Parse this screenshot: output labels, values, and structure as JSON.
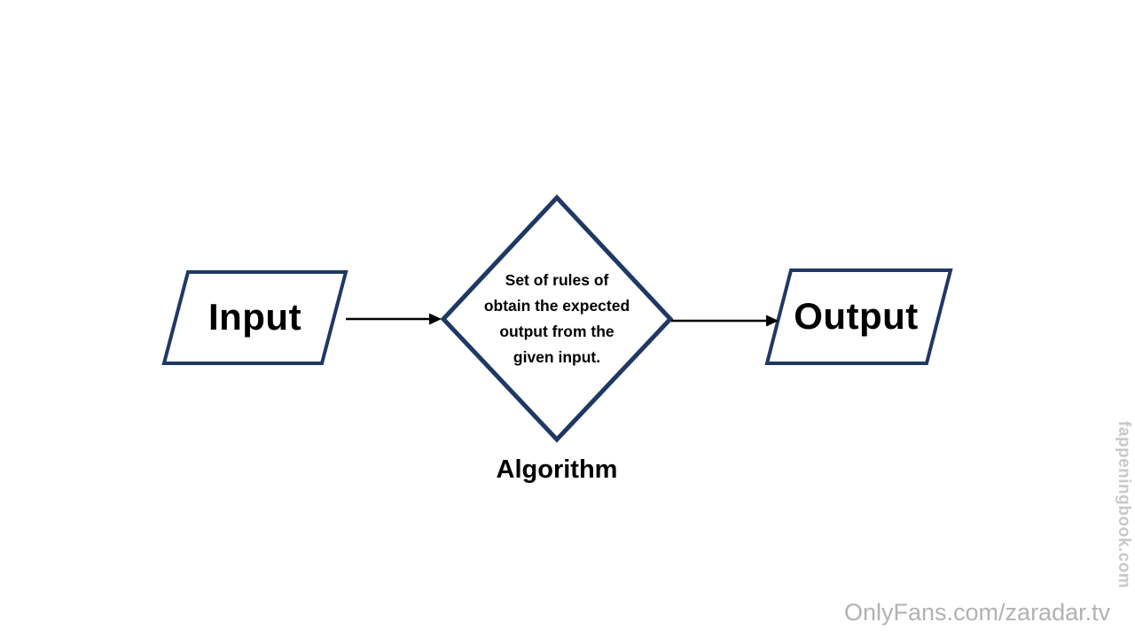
{
  "diagram": {
    "input_label": "Input",
    "output_label": "Output",
    "diamond_lines": [
      "Set of rules of",
      "obtain the expected",
      "output from the",
      "given input."
    ],
    "algorithm_label": "Algorithm"
  },
  "watermarks": {
    "vertical": "fappeningbook.com",
    "bottom": "OnlyFans.com/zaradar.tv"
  },
  "colors": {
    "shape_border": "#1f3864",
    "arrow": "#000000",
    "watermark": "#bebebe"
  }
}
